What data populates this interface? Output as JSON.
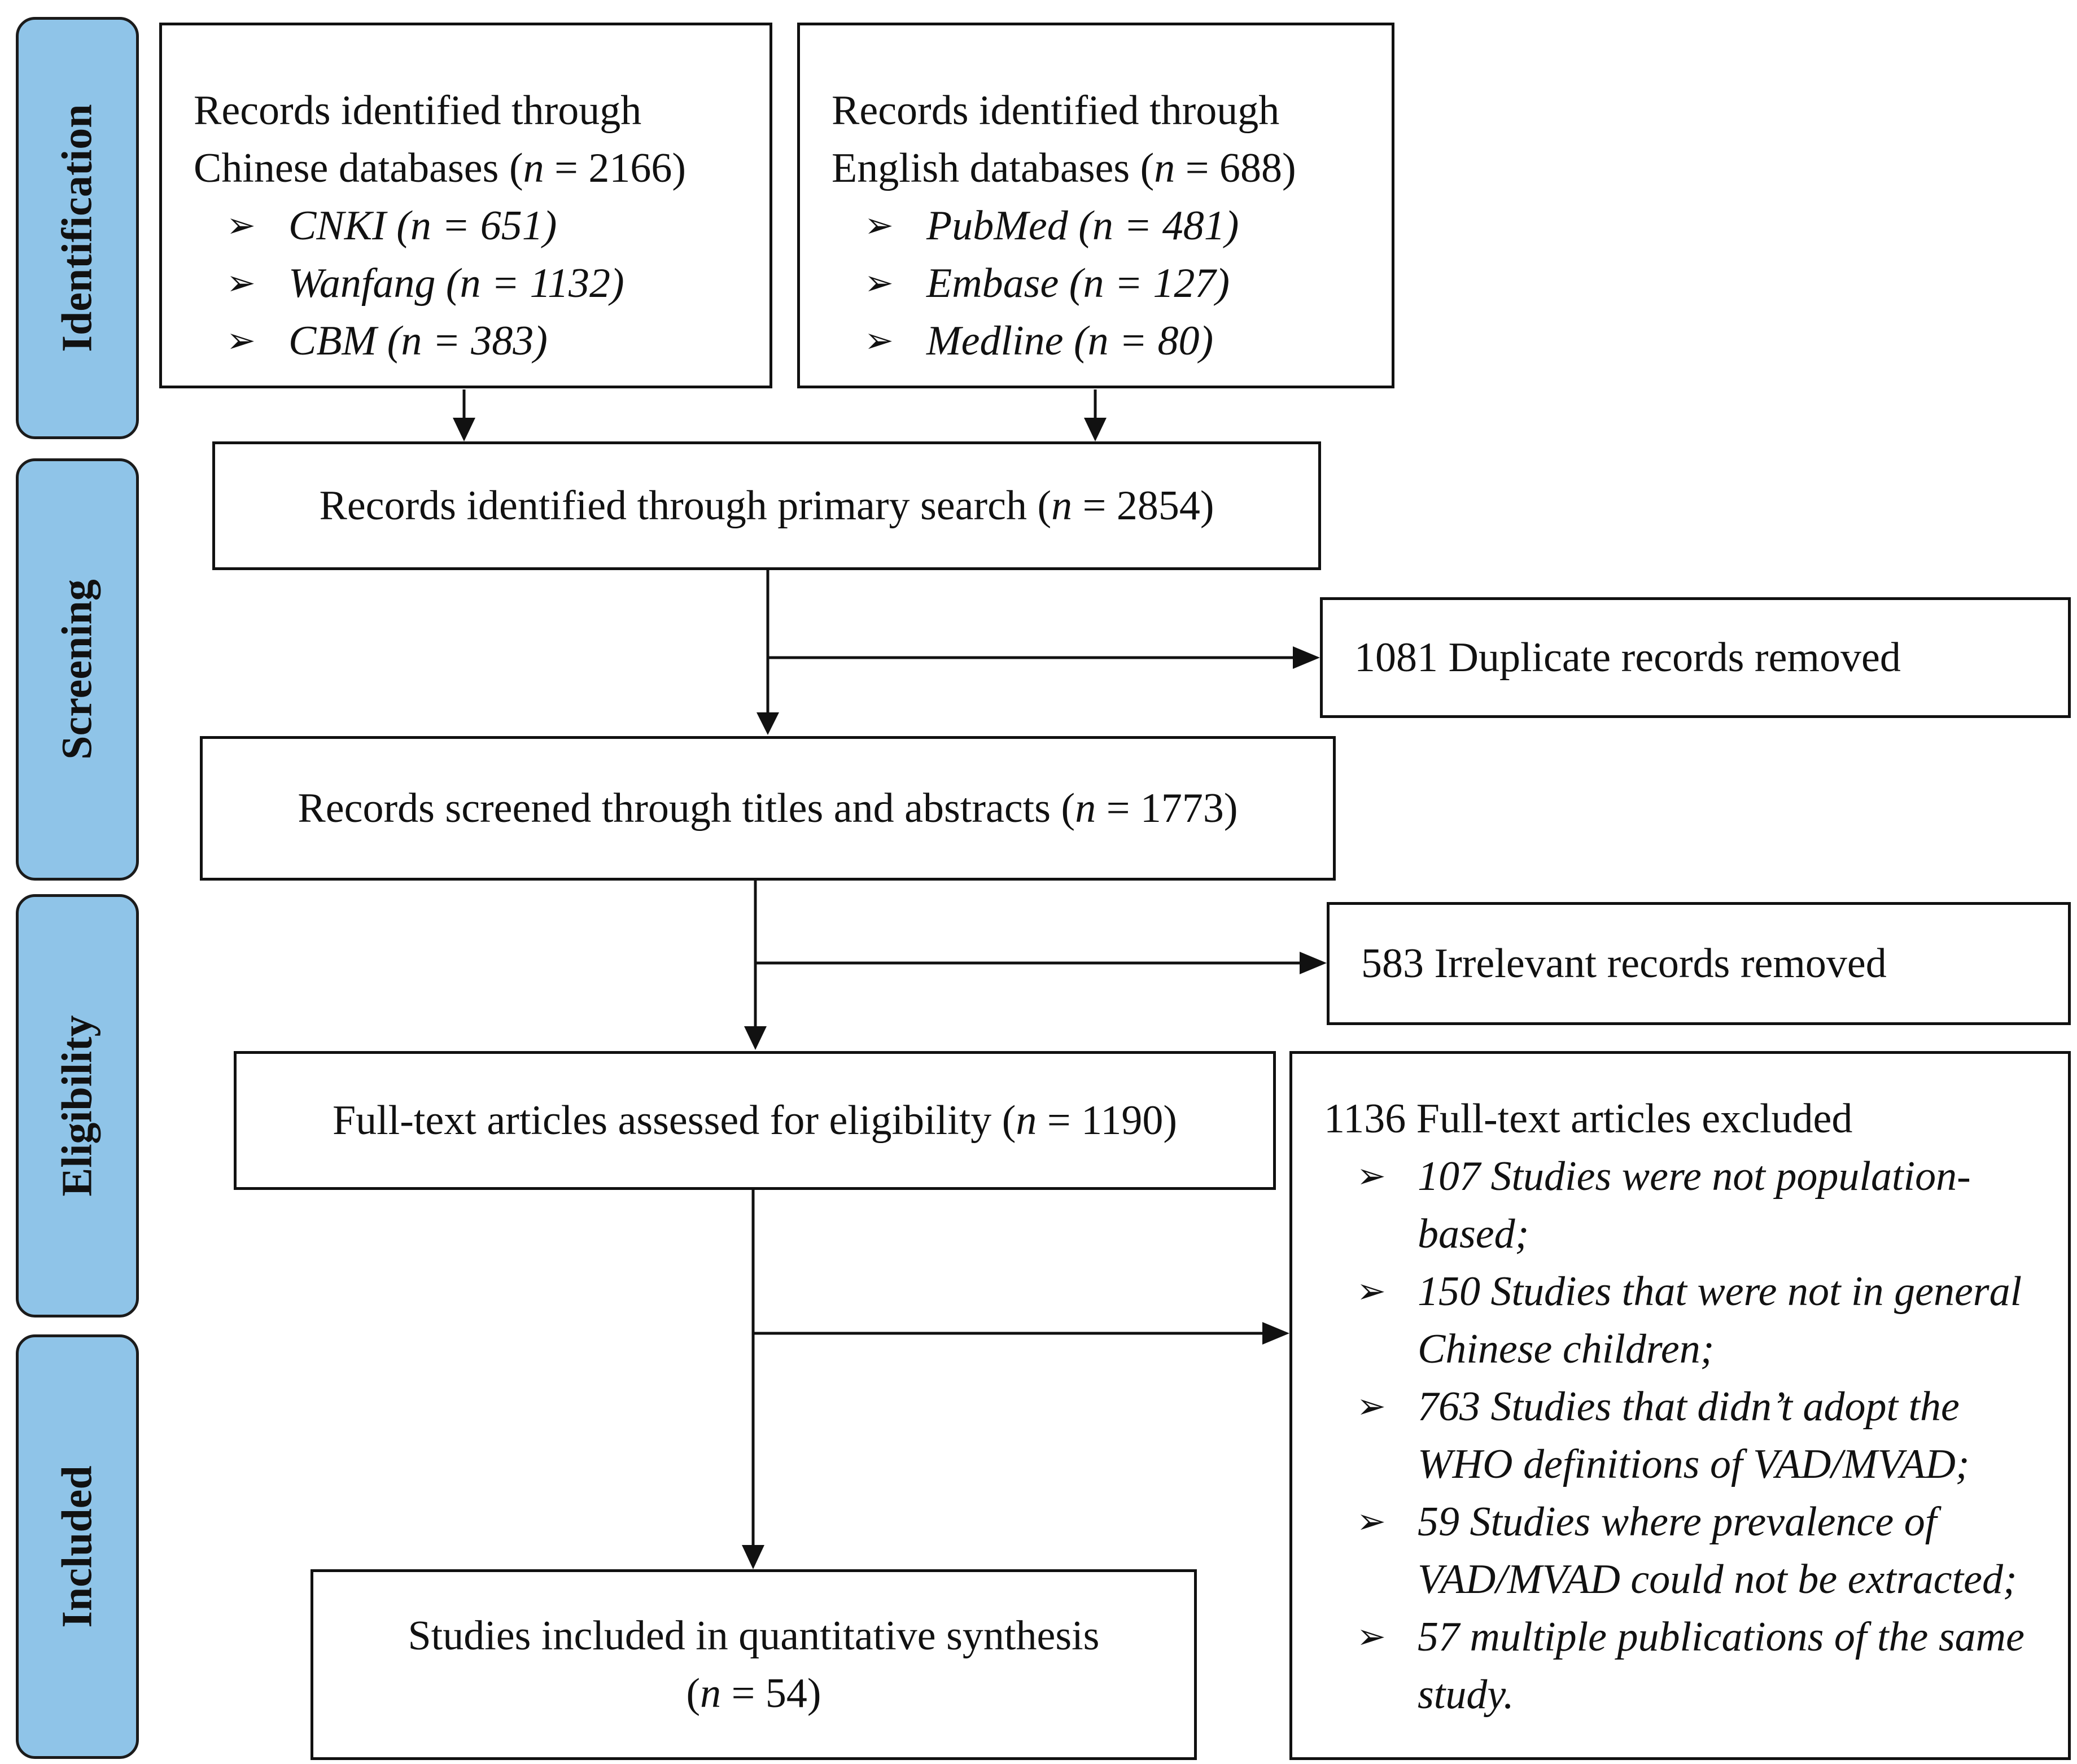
{
  "stages": [
    {
      "label": "Identification"
    },
    {
      "label": "Screening"
    },
    {
      "label": "Eligibility"
    },
    {
      "label": "Included"
    }
  ],
  "boxes": {
    "chinese": {
      "line1": "Records identified through",
      "line2_pre": "Chinese databases (",
      "n_symbol": "n",
      "line2_post": " = 2166)",
      "items": [
        {
          "name": "CNKI",
          "count": "(n = 651)"
        },
        {
          "name": "Wanfang",
          "count": "(n = 1132)"
        },
        {
          "name": "CBM",
          "count": "(n = 383)"
        }
      ]
    },
    "english": {
      "line1": "Records identified through",
      "line2_pre": "English databases (",
      "n_symbol": "n",
      "line2_post": " = 688)",
      "items": [
        {
          "name": "PubMed",
          "count": "(n = 481)"
        },
        {
          "name": "Embase",
          "count": "(n = 127)"
        },
        {
          "name": "Medline",
          "count": "(n = 80)"
        }
      ]
    },
    "primary": {
      "pre": "Records identified through primary search (",
      "n_symbol": "n",
      "post": " = 2854)"
    },
    "duplicates": {
      "text": "1081 Duplicate records removed"
    },
    "screened": {
      "pre": "Records screened through titles and abstracts (",
      "n_symbol": "n",
      "post": " = 1773)"
    },
    "irrelevant": {
      "text": "583 Irrelevant records removed"
    },
    "fulltext": {
      "pre": "Full-text articles assessed for eligibility (",
      "n_symbol": "n",
      "post": " = 1190)"
    },
    "excluded": {
      "title": "1136 Full-text articles excluded",
      "reasons": [
        {
          "l1": "107 Studies were not population-",
          "l2": "based;"
        },
        {
          "l1": "150 Studies that were not in general",
          "l2": "Chinese children;"
        },
        {
          "l1": "763 Studies that didn’t adopt the",
          "l2": "WHO definitions of VAD/MVAD;"
        },
        {
          "l1": "59 Studies where prevalence of",
          "l2": "VAD/MVAD could not be extracted;"
        },
        {
          "l1": "57 multiple publications of the same",
          "l2": "study."
        }
      ]
    },
    "included": {
      "line1": "Studies included in quantitative synthesis",
      "pre": "(",
      "n_symbol": "n",
      "post": " = 54)"
    }
  },
  "bullet_glyph": "➢"
}
